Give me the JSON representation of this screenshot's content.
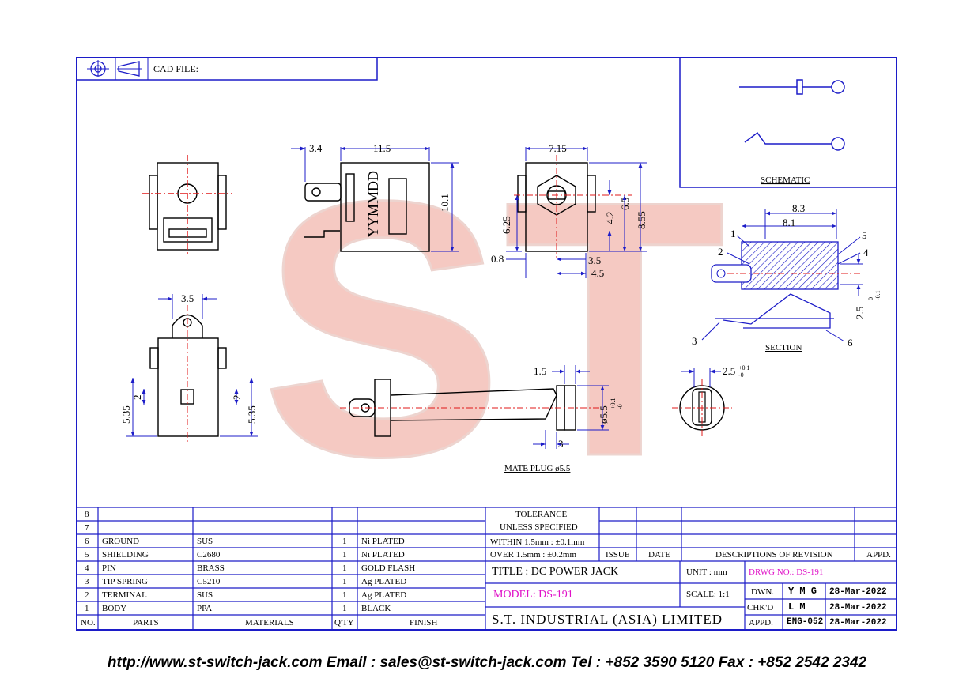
{
  "header": {
    "cad_label": "CAD FILE:"
  },
  "dimensions": {
    "side_top_a": "3.4",
    "side_top_b": "11.5",
    "side_height": "10.1",
    "date_code": "YYMMDD",
    "front_width": "7.15",
    "front_h1": "6.25",
    "front_h2": "4.2",
    "front_h3": "6.5",
    "front_h4": "8.55",
    "front_b1": "0.8",
    "front_b2": "3.5",
    "front_b3": "4.5",
    "bottom_top": "3.5",
    "bottom_l1": "5.35",
    "bottom_l2": "2",
    "bottom_r1": "2",
    "bottom_r2": "5.35",
    "sec_w1": "8.3",
    "sec_w2": "8.1",
    "sec_h": "2.5",
    "sec_h_tol": "0\n-0.1",
    "plug_len": "1.5",
    "plug_dia": "ø5.5",
    "plug_dia_tol": "+0.1\n-0",
    "plug_tip": "3",
    "end_dia": "2.5",
    "end_dia_tol": "+0.1\n-0"
  },
  "callouts": [
    "1",
    "2",
    "3",
    "4",
    "5",
    "6"
  ],
  "labels": {
    "schematic": "SCHEMATIC",
    "section": "SECTION",
    "mate_plug": "MATE PLUG ø5.5"
  },
  "watermark": "ST",
  "bom": {
    "rows": [
      {
        "no": "8",
        "part": "",
        "material": "",
        "qty": "",
        "finish": ""
      },
      {
        "no": "7",
        "part": "",
        "material": "",
        "qty": "",
        "finish": ""
      },
      {
        "no": "6",
        "part": "GROUND",
        "material": "SUS",
        "qty": "1",
        "finish": "Ni PLATED"
      },
      {
        "no": "5",
        "part": "SHIELDING",
        "material": "C2680",
        "qty": "1",
        "finish": "Ni PLATED"
      },
      {
        "no": "4",
        "part": "PIN",
        "material": "BRASS",
        "qty": "1",
        "finish": "GOLD FLASH"
      },
      {
        "no": "3",
        "part": "TIP SPRING",
        "material": "C5210",
        "qty": "1",
        "finish": "Ag PLATED"
      },
      {
        "no": "2",
        "part": "TERMINAL",
        "material": "SUS",
        "qty": "1",
        "finish": "Ag PLATED"
      },
      {
        "no": "1",
        "part": "BODY",
        "material": "PPA",
        "qty": "1",
        "finish": "BLACK"
      }
    ],
    "headers": {
      "no": "NO.",
      "part": "PARTS",
      "material": "MATERIALS",
      "qty": "Q'TY",
      "finish": "FINISH"
    }
  },
  "tolerance": {
    "line1": "TOLERANCE",
    "line2": "UNLESS  SPECIFIED",
    "within": "WITHIN  1.5mm : ±0.1mm",
    "over": "OVER    1.5mm : ±0.2mm"
  },
  "revision": {
    "issue": "ISSUE",
    "date": "DATE",
    "desc": "DESCRIPTIONS  OF  REVISION",
    "appd": "APPD."
  },
  "title_block": {
    "title": "TITLE : DC POWER JACK",
    "unit": "UNIT :   mm",
    "drwg": "DRWG NO.: DS-191",
    "model": "MODEL: DS-191",
    "scale": "SCALE:   1:1",
    "company": "S.T.  INDUSTRIAL  (ASIA)  LIMITED",
    "dwn_label": "DWN.",
    "dwn": "Y M G",
    "dwn_date": "28-Mar-2022",
    "chk_label": "CHK'D",
    "chk": "L M",
    "chk_date": "28-Mar-2022",
    "appd_label": "APPD.",
    "appd": "ENG-052",
    "appd_date": "28-Mar-2022"
  },
  "footer": "http://www.st-switch-jack.com  Email : sales@st-switch-jack.com  Tel : +852 3590 5120  Fax : +852 2542 2342",
  "colors": {
    "frame": "#1c1cc8",
    "centerline": "#e01818",
    "magenta": "#e012c8",
    "watermark": "#f0b0a8"
  }
}
